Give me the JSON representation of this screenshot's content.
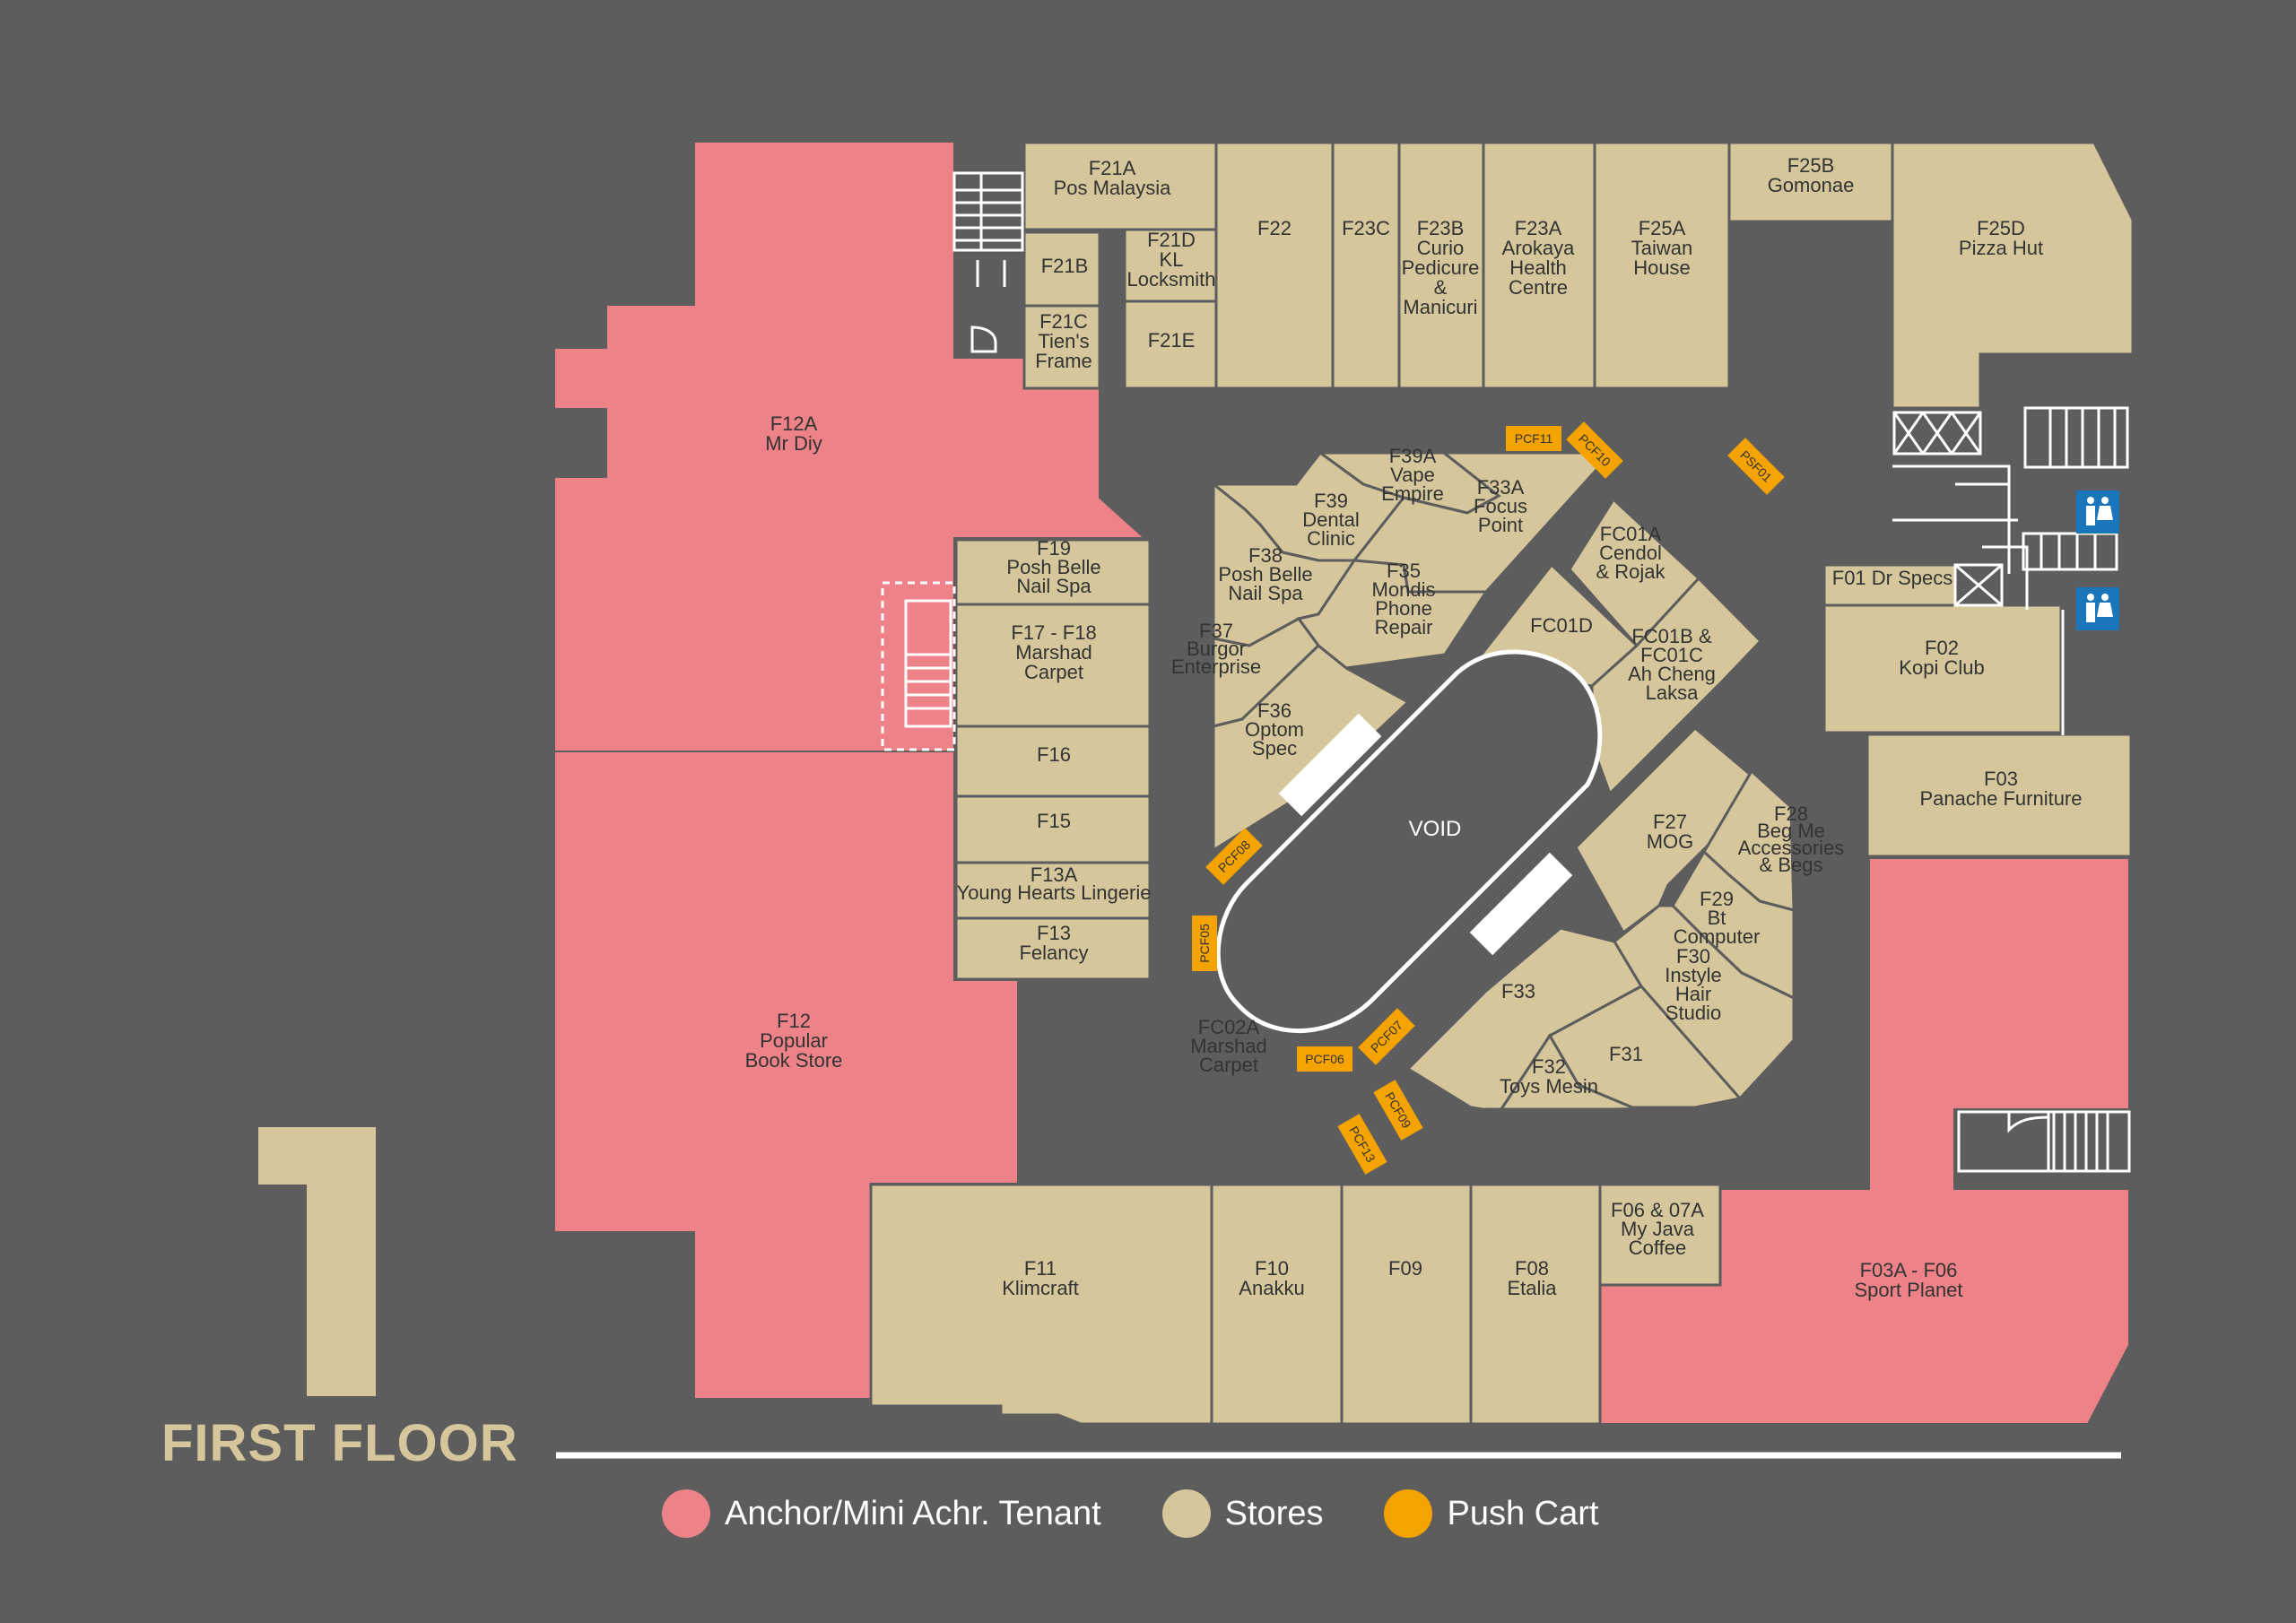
{
  "floor": {
    "number": "1",
    "label": "FIRST FLOOR"
  },
  "colors": {
    "background": "#5d5d5d",
    "anchor": "#ed8388",
    "store": "#d6c69b",
    "push_cart": "#f5a300",
    "line": "#ffffff",
    "toilet": "#1b75bb"
  },
  "legend": {
    "anchor": "Anchor/Mini Achr. Tenant",
    "stores": "Stores",
    "push_cart": "Push Cart"
  },
  "anchors": {
    "f12a": [
      "F12A",
      "Mr Diy"
    ],
    "f12": [
      "F12",
      "Popular",
      "Book Store"
    ],
    "f03a": [
      "F03A - F06",
      "Sport Planet"
    ]
  },
  "stores": {
    "f21a": [
      "F21A",
      "Pos Malaysia"
    ],
    "f21b": [
      "F21B"
    ],
    "f21c": [
      "F21C",
      "Tien's",
      "Frame"
    ],
    "f21d": [
      "F21D",
      "KL",
      "Locksmith"
    ],
    "f21e": [
      "F21E"
    ],
    "f22": [
      "F22"
    ],
    "f23c": [
      "F23C"
    ],
    "f23b": [
      "F23B",
      "Curio",
      "Pedicure",
      "&",
      "Manicuri"
    ],
    "f23a": [
      "F23A",
      "Arokaya",
      "Health",
      "Centre"
    ],
    "f25a": [
      "F25A",
      "Taiwan",
      "House"
    ],
    "f25b": [
      "F25B",
      "Gomonae"
    ],
    "f25d": [
      "F25D",
      "Pizza Hut"
    ],
    "f01": [
      "F01 Dr Specs"
    ],
    "f02": [
      "F02",
      "Kopi Club"
    ],
    "f03": [
      "F03",
      "Panache Furniture"
    ],
    "f19": [
      "F19",
      "Posh Belle",
      "Nail Spa"
    ],
    "f17": [
      "F17 - F18",
      "Marshad",
      "Carpet"
    ],
    "f16": [
      "F16"
    ],
    "f15": [
      "F15"
    ],
    "f13a": [
      "F13A",
      "Young Hearts Lingerie"
    ],
    "f13": [
      "F13",
      "Felancy"
    ],
    "f11": [
      "F11",
      "Klimcraft"
    ],
    "f10": [
      "F10",
      "Anakku"
    ],
    "f09": [
      "F09"
    ],
    "f08": [
      "F08",
      "Etalia"
    ],
    "f06": [
      "F06 & 07A",
      "My Java",
      "Coffee"
    ],
    "f39a": [
      "F39A",
      "Vape",
      "Empire"
    ],
    "f39": [
      "F39",
      "Dental",
      "Clinic"
    ],
    "f33a": [
      "F33A",
      "Focus",
      "Point"
    ],
    "f38": [
      "F38",
      "Posh Belle",
      "Nail Spa"
    ],
    "f35": [
      "F35",
      "Mondis",
      "Phone",
      "Repair"
    ],
    "f37": [
      "F37",
      "Burgor",
      "Enterprise"
    ],
    "f36": [
      "F36",
      "Optom",
      "Spec"
    ],
    "fc01a": [
      "FC01A",
      "Cendol",
      "& Rojak"
    ],
    "fc01d": [
      "FC01D"
    ],
    "fc01b": [
      "FC01B &",
      "FC01C",
      "Ah Cheng",
      "Laksa"
    ],
    "f27": [
      "F27",
      "MOG"
    ],
    "f28": [
      "F28",
      "Beg Me",
      "Accessories",
      "& Begs"
    ],
    "f29": [
      "F29",
      "Bt",
      "Computer"
    ],
    "f30": [
      "F30",
      "Instyle",
      "Hair",
      "Studio"
    ],
    "f33": [
      "F33"
    ],
    "f31": [
      "F31"
    ],
    "f32": [
      "F32",
      "Toys Mesin"
    ],
    "fc02a": [
      "FC02A",
      "Marshad",
      "Carpet"
    ]
  },
  "void_label": "VOID",
  "push_carts": [
    "PCF11",
    "PCF10",
    "PSF01",
    "PCF08",
    "PCF05",
    "PCF06",
    "PCF07",
    "PCF09",
    "PCF13"
  ],
  "icons": [
    "toilet-icon",
    "staircase-icon",
    "escalator-icon",
    "lift-icon"
  ]
}
